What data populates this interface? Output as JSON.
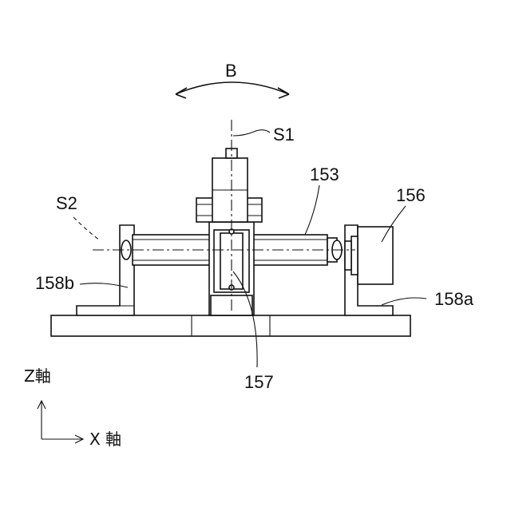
{
  "labels": {
    "b": "B",
    "s1": "S1",
    "s2": "S2",
    "n153": "153",
    "n156": "156",
    "n158b": "158b",
    "n158a": "158a",
    "n157": "157"
  },
  "axes": {
    "z": "Z軸",
    "x": "X 軸"
  }
}
